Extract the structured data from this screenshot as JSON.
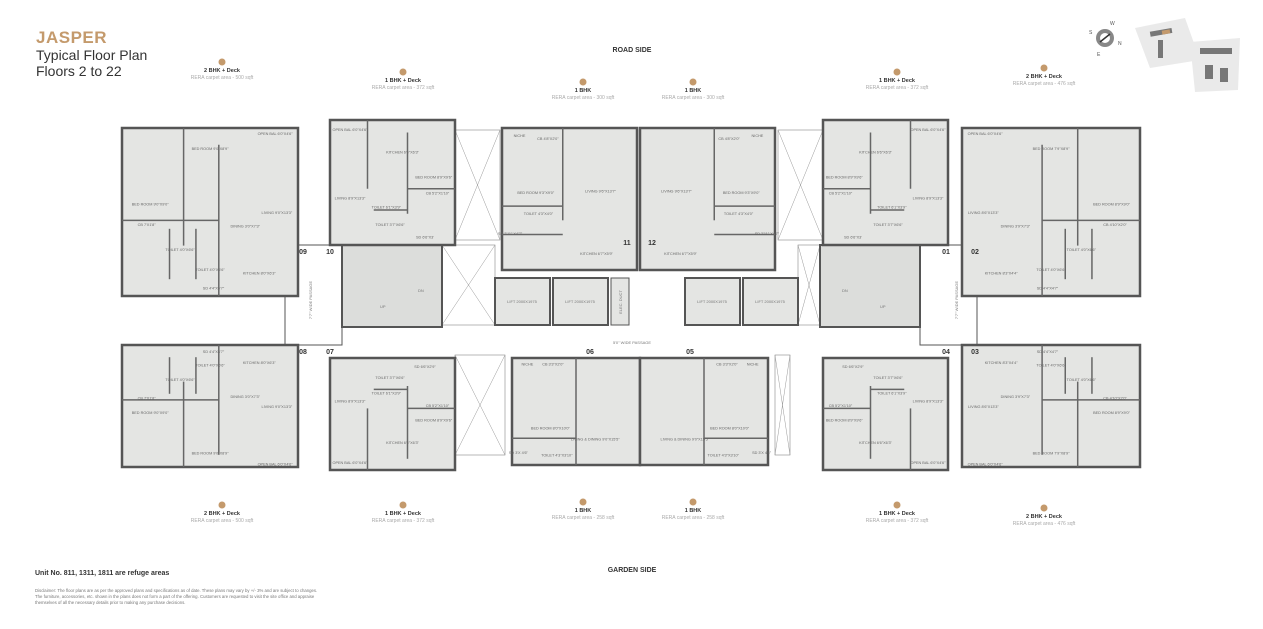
{
  "header": {
    "brand": "JASPER",
    "title": "Typical Floor Plan",
    "floors": "Floors 2 to 22"
  },
  "sides": {
    "top": "ROAD SIDE",
    "bottom": "GARDEN SIDE"
  },
  "passages": {
    "left": "7'7\" WIDE PASSAGE",
    "right": "7'7\" WIDE PASSAGE",
    "center": "5'0\" WIDE PASSAGE"
  },
  "core": {
    "lifts": [
      "LIFT 2000X1975",
      "LIFT 2000X1975",
      "LIFT 2000X1975",
      "LIFT 2000X1975"
    ],
    "duct": "ELEC. DUCT",
    "stair_up": "UP",
    "stair_dn": "DN"
  },
  "compass": {
    "w": "W",
    "s": "S",
    "n": "N",
    "e": "E"
  },
  "colors": {
    "accent": "#c49a6c",
    "wall": "#555555",
    "floor": "#e4e5e3",
    "label": "#999999"
  },
  "units": [
    {
      "no": "09",
      "type": "2 BHK + Deck",
      "area": "RERA carpet area - 500 sqft",
      "rooms": [
        "BED ROOM 9'0\"X9'0\"",
        "BED ROOM 9'0\"X8'9\"",
        "CB 7'X1'8\"",
        "OPEN BAL 6'0\"X4'6\"",
        "LIVING 9'0\"X13'3\"",
        "DINING 3'0\"X7'3\"",
        "TOILET 4'0\"X6'6\"",
        "TOILET 4'0\"X6'6\"",
        "KITCHEN 8'0\"X6'3\"",
        "SD 4'4\"X4'7\""
      ]
    },
    {
      "no": "10",
      "type": "1 BHK + Deck",
      "area": "RERA carpet area - 372 sqft",
      "rooms": [
        "OPEN BAL 6'0\"X4'6\"",
        "KITCHEN 6'6\"X6'3\"",
        "LIVING 8'9\"X13'3\"",
        "BED ROOM 8'9\"X9'6\"",
        "CB 5'2\"X1'10\"",
        "TOILET 6'1\"X3'9\"",
        "TOILET 3'7\"X6'6\"",
        "SD 6'6\"X3'"
      ]
    },
    {
      "no": "11",
      "type": "1 BHK",
      "area": "RERA carpet area - 300 sqft",
      "rooms": [
        "NICHE",
        "CB 4'8\"X2'0\"",
        "BED ROOM 9'3\"X9'0\"",
        "LIVING 9'6\"X13'7\"",
        "TOILET 4'3\"X4'0\"",
        "SD 2'11\" X4'7\"",
        "KITCHEN 6'7\"X5'9\""
      ]
    },
    {
      "no": "12",
      "type": "1 BHK",
      "area": "RERA carpet area - 300 sqft",
      "rooms": [
        "NICHE",
        "CB 4'8\"X2'0\"",
        "BED ROOM 9'3\"X9'0\"",
        "LIVING 9'6\"X13'7\"",
        "TOILET 4'3\"X4'0\"",
        "SD 2'11\" X4'7\"",
        "KITCHEN 6'7\"X5'9\""
      ]
    },
    {
      "no": "01",
      "type": "1 BHK + Deck",
      "area": "RERA carpet area - 372 sqft",
      "rooms": [
        "OPEN BAL 6'0\"X4'6\"",
        "KITCHEN 6'6\"X6'3\"",
        "LIVING 8'9\"X13'3\"",
        "BED ROOM 8'9\"X9'6\"",
        "CB 5'2\"X1'10\"",
        "TOILET 6'1\"X3'9\"",
        "TOILET 3'7\"X6'6\"",
        "SD 6'6\"X3'"
      ]
    },
    {
      "no": "02",
      "type": "2 BHK + Deck",
      "area": "RERA carpet area - 476 sqft",
      "rooms": [
        "BED ROOM 8'9\"X9'0\"",
        "BED ROOM 7'9\"X8'9\"",
        "CB 4'10\"X2'0\"",
        "OPEN BAL 6'0\"X4'6\"",
        "LIVING 8'6\"X13'3\"",
        "DINING 3'9\"X7'3\"",
        "TOILET 4'0\"X6'6\"",
        "TOILET 4'0\"X6'6\"",
        "KITCHEN 8'3\"X4'4\"",
        "SD 4'4\"X4'7\""
      ]
    },
    {
      "no": "08",
      "type": "2 BHK + Deck",
      "area": "RERA carpet area - 500 sqft",
      "rooms": [
        "BED ROOM 9'0\"X9'0\"",
        "BED ROOM 9'0\"X8'9\"",
        "CB 7'X1'8\"",
        "OPEN BAL 6'0\"X4'6\"",
        "LIVING 9'0\"X13'3\"",
        "DINING 3'0\"X7'3\"",
        "TOILET 4'0\"X6'6\"",
        "TOILET 4'0\"X6'6\"",
        "KITCHEN 8'0\"X6'3\"",
        "SD 4'4\"X4'7\""
      ]
    },
    {
      "no": "07",
      "type": "1 BHK + Deck",
      "area": "RERA carpet area - 372 sqft",
      "rooms": [
        "OPEN BAL 6'0\"X4'6\"",
        "KITCHEN 6'6\"X6'3\"",
        "LIVING 8'9\"X13'3\"",
        "BED ROOM 8'9\"X9'6\"",
        "CB 5'2\"X1'10\"",
        "TOILET 6'1\"X3'9\"",
        "TOILET 3'7\"X6'6\"",
        "SD 6'6\"X2'9\""
      ]
    },
    {
      "no": "06",
      "type": "1 BHK",
      "area": "RERA carpet area - 258 sqft",
      "rooms": [
        "NICHE",
        "CB 3'3\"X2'0\"",
        "BED ROOM 8'0\"X10'0\"",
        "LIVING & DINING 9'0\"X15'5\"",
        "TOILET 4'3\"X3'10\"",
        "SD 3'X 4'6\""
      ]
    },
    {
      "no": "05",
      "type": "1 BHK",
      "area": "RERA carpet area - 258 sqft",
      "rooms": [
        "NICHE",
        "CB 3'3\"X2'0\"",
        "BED ROOM 8'0\"X10'0\"",
        "LIVING & DINING 9'0\"X15'5\"",
        "TOILET 4'3\"X3'10\"",
        "SD 3'X 4'6\""
      ]
    },
    {
      "no": "04",
      "type": "1 BHK + Deck",
      "area": "RERA carpet area - 372 sqft",
      "rooms": [
        "OPEN BAL 6'0\"X4'6\"",
        "KITCHEN 6'6\"X6'3\"",
        "LIVING 8'9\"X13'3\"",
        "BED ROOM 8'9\"X9'6\"",
        "CB 5'2\"X1'10\"",
        "TOILET 6'1\"X3'9\"",
        "TOILET 3'7\"X6'6\"",
        "SD 6'6\"X2'9\""
      ]
    },
    {
      "no": "03",
      "type": "2 BHK + Deck",
      "area": "RERA carpet area - 476 sqft",
      "rooms": [
        "BED ROOM 8'9\"X9'0\"",
        "BED ROOM 7'9\"X8'9\"",
        "CB 4'10\"X2'0\"",
        "OPEN BAL 6'0\"X4'6\"",
        "LIVING 8'6\"X13'3\"",
        "DINING 3'9\"X7'3\"",
        "TOILET 4'0\"X6'6\"",
        "TOILET 4'0\"X6'6\"",
        "KITCHEN 8'3\"X4'4\"",
        "SD 4'4\"X4'7\""
      ]
    }
  ],
  "footer": {
    "refuge": "Unit No. 811, 1311, 1811 are refuge areas",
    "disclaimer": "Disclaimer: The floor plans are as per the approved plans and specifications as of date. These plans may vary by +/- 3% and are subject to changes. The furniture, accessories, etc. shown in the plans does not form a part of the offering. Customers are requested to visit the site office and appraise themselves of all the necessary details prior to making any purchase decisions."
  }
}
